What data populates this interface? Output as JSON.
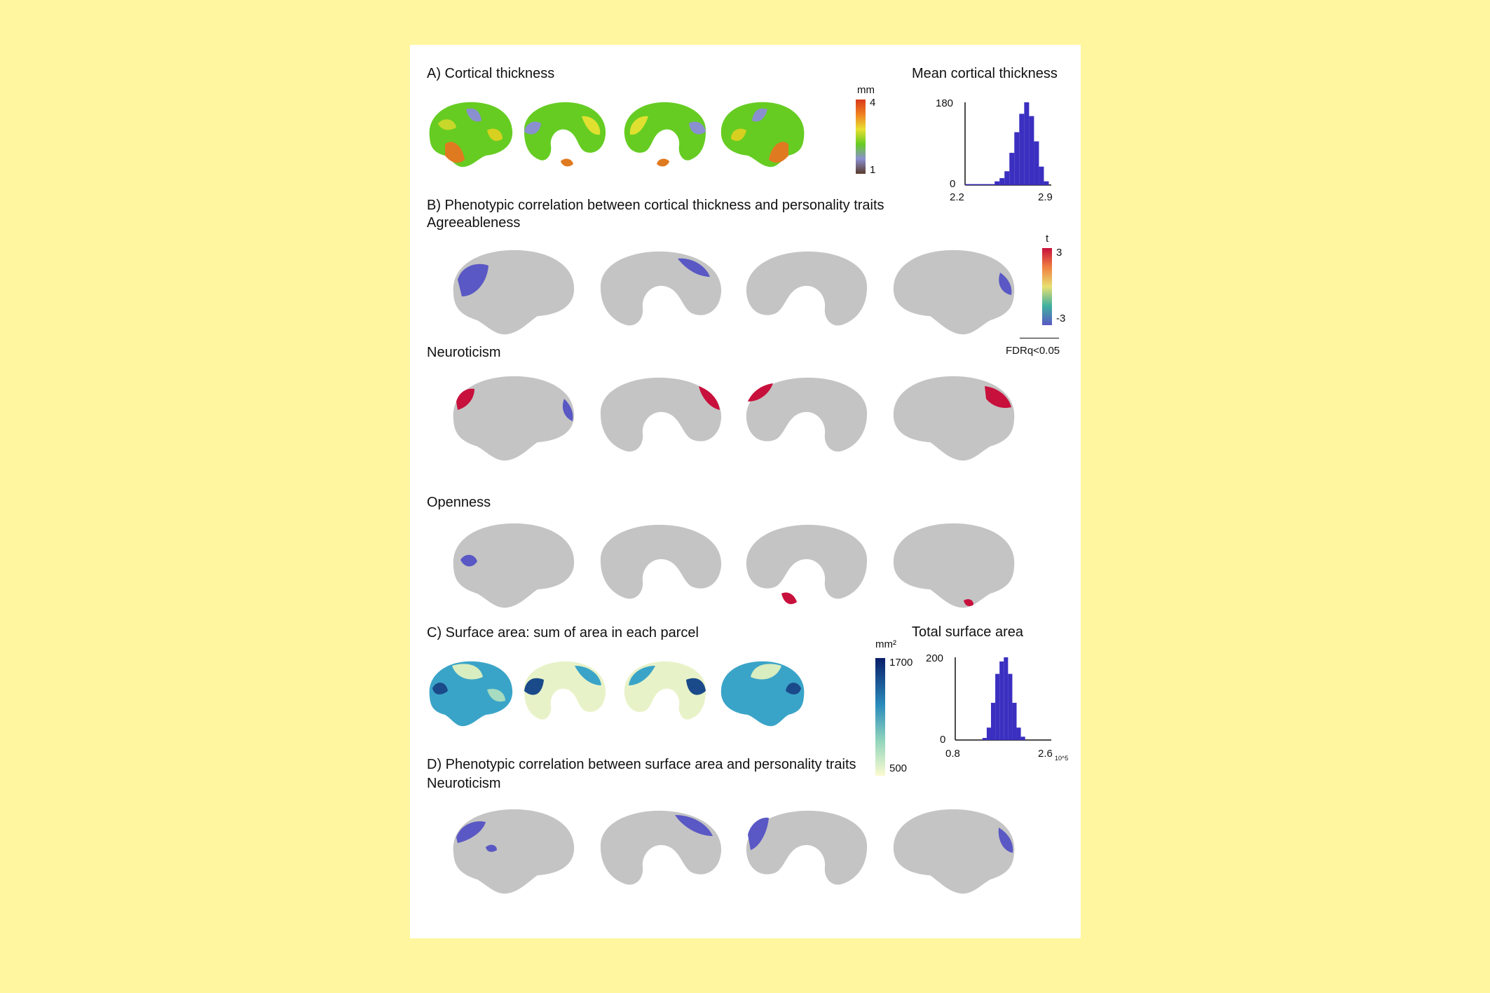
{
  "panel_a": {
    "title": "A) Cortical thickness",
    "colorbar": {
      "unit": "mm",
      "max": "4",
      "min": "1"
    }
  },
  "histogram_thickness": {
    "title": "Mean cortical thickness"
  },
  "panel_b": {
    "title": "B) Phenotypic correlation between cortical thickness and personality traits",
    "traits": [
      "Agreeableness",
      "Neuroticism",
      "Openness"
    ],
    "colorbar": {
      "unit": "t",
      "max": "3",
      "min": "-3",
      "threshold": "FDRq<0.05"
    }
  },
  "panel_c": {
    "title": "C) Surface area: sum of area in each parcel",
    "colorbar": {
      "unit": "mm²",
      "max": "1700",
      "min": "500"
    }
  },
  "histogram_area": {
    "title": "Total surface area",
    "x_exponent": "10^5"
  },
  "panel_d": {
    "title": "D) Phenotypic correlation between surface area and personality traits",
    "trait": "Neuroticism"
  },
  "colors": {
    "background": "#fff69f",
    "panel": "#ffffff",
    "hist_bar": "#3a2fc0",
    "negative": "#5a58c4",
    "positive": "#c8103c",
    "brain": "#c4c4c4"
  },
  "chart_data": [
    {
      "type": "bar",
      "title": "Mean cortical thickness",
      "x": [
        2.22,
        2.26,
        2.3,
        2.34,
        2.38,
        2.42,
        2.46,
        2.5,
        2.54,
        2.58,
        2.62,
        2.66,
        2.7,
        2.74,
        2.78,
        2.82,
        2.86
      ],
      "values": [
        2,
        2,
        2,
        2,
        2,
        2,
        8,
        15,
        30,
        70,
        115,
        155,
        180,
        150,
        95,
        40,
        8
      ],
      "xlim": [
        2.2,
        2.9
      ],
      "ylim": [
        0,
        180
      ],
      "xticks": [
        "2.2",
        "2.9"
      ],
      "yticks": [
        "0",
        "180"
      ]
    },
    {
      "type": "bar",
      "title": "Total surface area",
      "x": [
        1.35,
        1.43,
        1.51,
        1.59,
        1.67,
        1.75,
        1.83,
        1.91,
        1.99,
        2.07
      ],
      "values": [
        5,
        30,
        90,
        160,
        190,
        200,
        160,
        90,
        30,
        8
      ],
      "xlim": [
        0.8,
        2.6
      ],
      "ylim": [
        0,
        200
      ],
      "xticks": [
        "0.8",
        "2.6"
      ],
      "yticks": [
        "0",
        "200"
      ]
    }
  ]
}
